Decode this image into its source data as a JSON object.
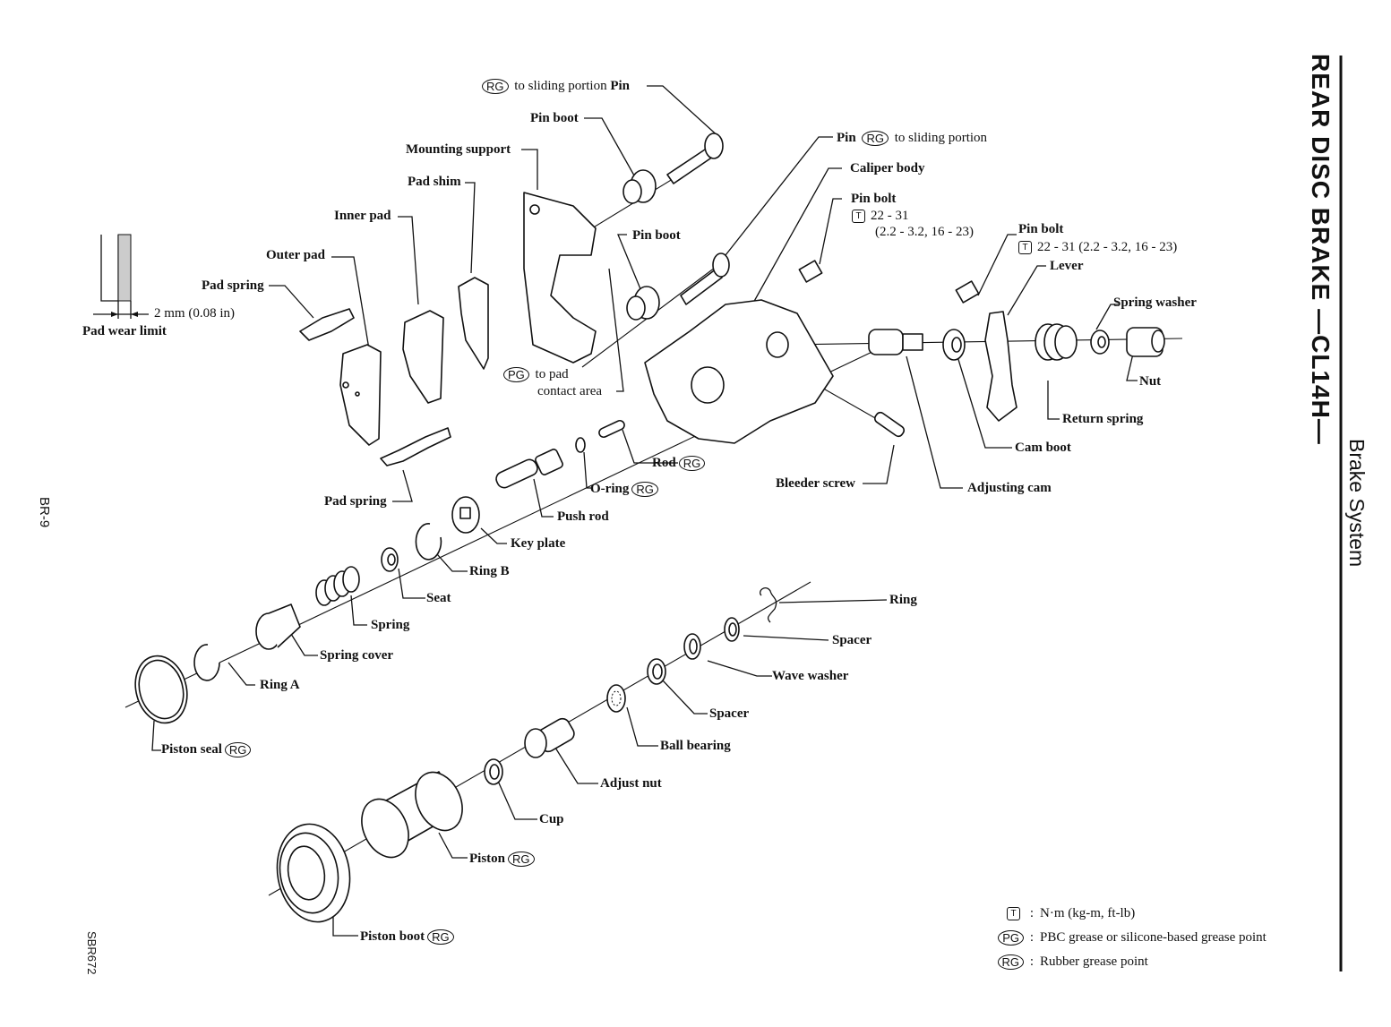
{
  "page": {
    "title": "REAR DISC BRAKE —CL14H—",
    "section": "Brake System",
    "page_number": "BR-9",
    "figure_code": "SBR672"
  },
  "wear_limit": {
    "dimension": "2 mm (0.08 in)",
    "label": "Pad wear limit"
  },
  "symbols": {
    "rg": "RG",
    "pg": "PG",
    "torque": "T"
  },
  "labels": {
    "pin_top": {
      "prefix": "to sliding portion",
      "name": "Pin"
    },
    "pin_boot_top": "Pin boot",
    "mounting_support": "Mounting support",
    "pad_shim": "Pad shim",
    "inner_pad": "Inner pad",
    "outer_pad": "Outer pad",
    "pad_spring_top": "Pad spring",
    "pin_boot_mid": "Pin boot",
    "pg_contact": {
      "line1": "to pad",
      "line2": "contact area"
    },
    "pin_right": {
      "name": "Pin",
      "suffix": "to sliding portion"
    },
    "caliper_body": "Caliper body",
    "pin_bolt_1": {
      "name": "Pin bolt",
      "torque": "22 - 31",
      "torque_alt": "(2.2 - 3.2, 16 - 23)"
    },
    "pin_bolt_2": {
      "name": "Pin bolt",
      "torque": "22 - 31 (2.2 - 3.2, 16 - 23)"
    },
    "lever": "Lever",
    "spring_washer": "Spring washer",
    "nut": "Nut",
    "return_spring": "Return spring",
    "cam_boot": "Cam boot",
    "adjusting_cam": "Adjusting cam",
    "bleeder_screw": "Bleeder screw",
    "rod": "Rod",
    "o_ring": "O-ring",
    "push_rod": "Push rod",
    "key_plate": "Key plate",
    "ring_b": "Ring B",
    "pad_spring_bottom": "Pad spring",
    "seat": "Seat",
    "spring": "Spring",
    "spring_cover": "Spring cover",
    "ring_a": "Ring A",
    "piston_seal": "Piston seal",
    "ring": "Ring",
    "spacer_1": "Spacer",
    "wave_washer": "Wave washer",
    "spacer_2": "Spacer",
    "ball_bearing": "Ball bearing",
    "adjust_nut": "Adjust nut",
    "cup": "Cup",
    "piston": "Piston",
    "piston_boot": "Piston boot"
  },
  "legend": [
    {
      "symbol": "T",
      "kind": "torque",
      "text": "N·m (kg-m, ft-lb)"
    },
    {
      "symbol": "PG",
      "kind": "grease",
      "text": "PBC grease or silicone-based grease point"
    },
    {
      "symbol": "RG",
      "kind": "grease",
      "text": "Rubber grease point"
    }
  ]
}
